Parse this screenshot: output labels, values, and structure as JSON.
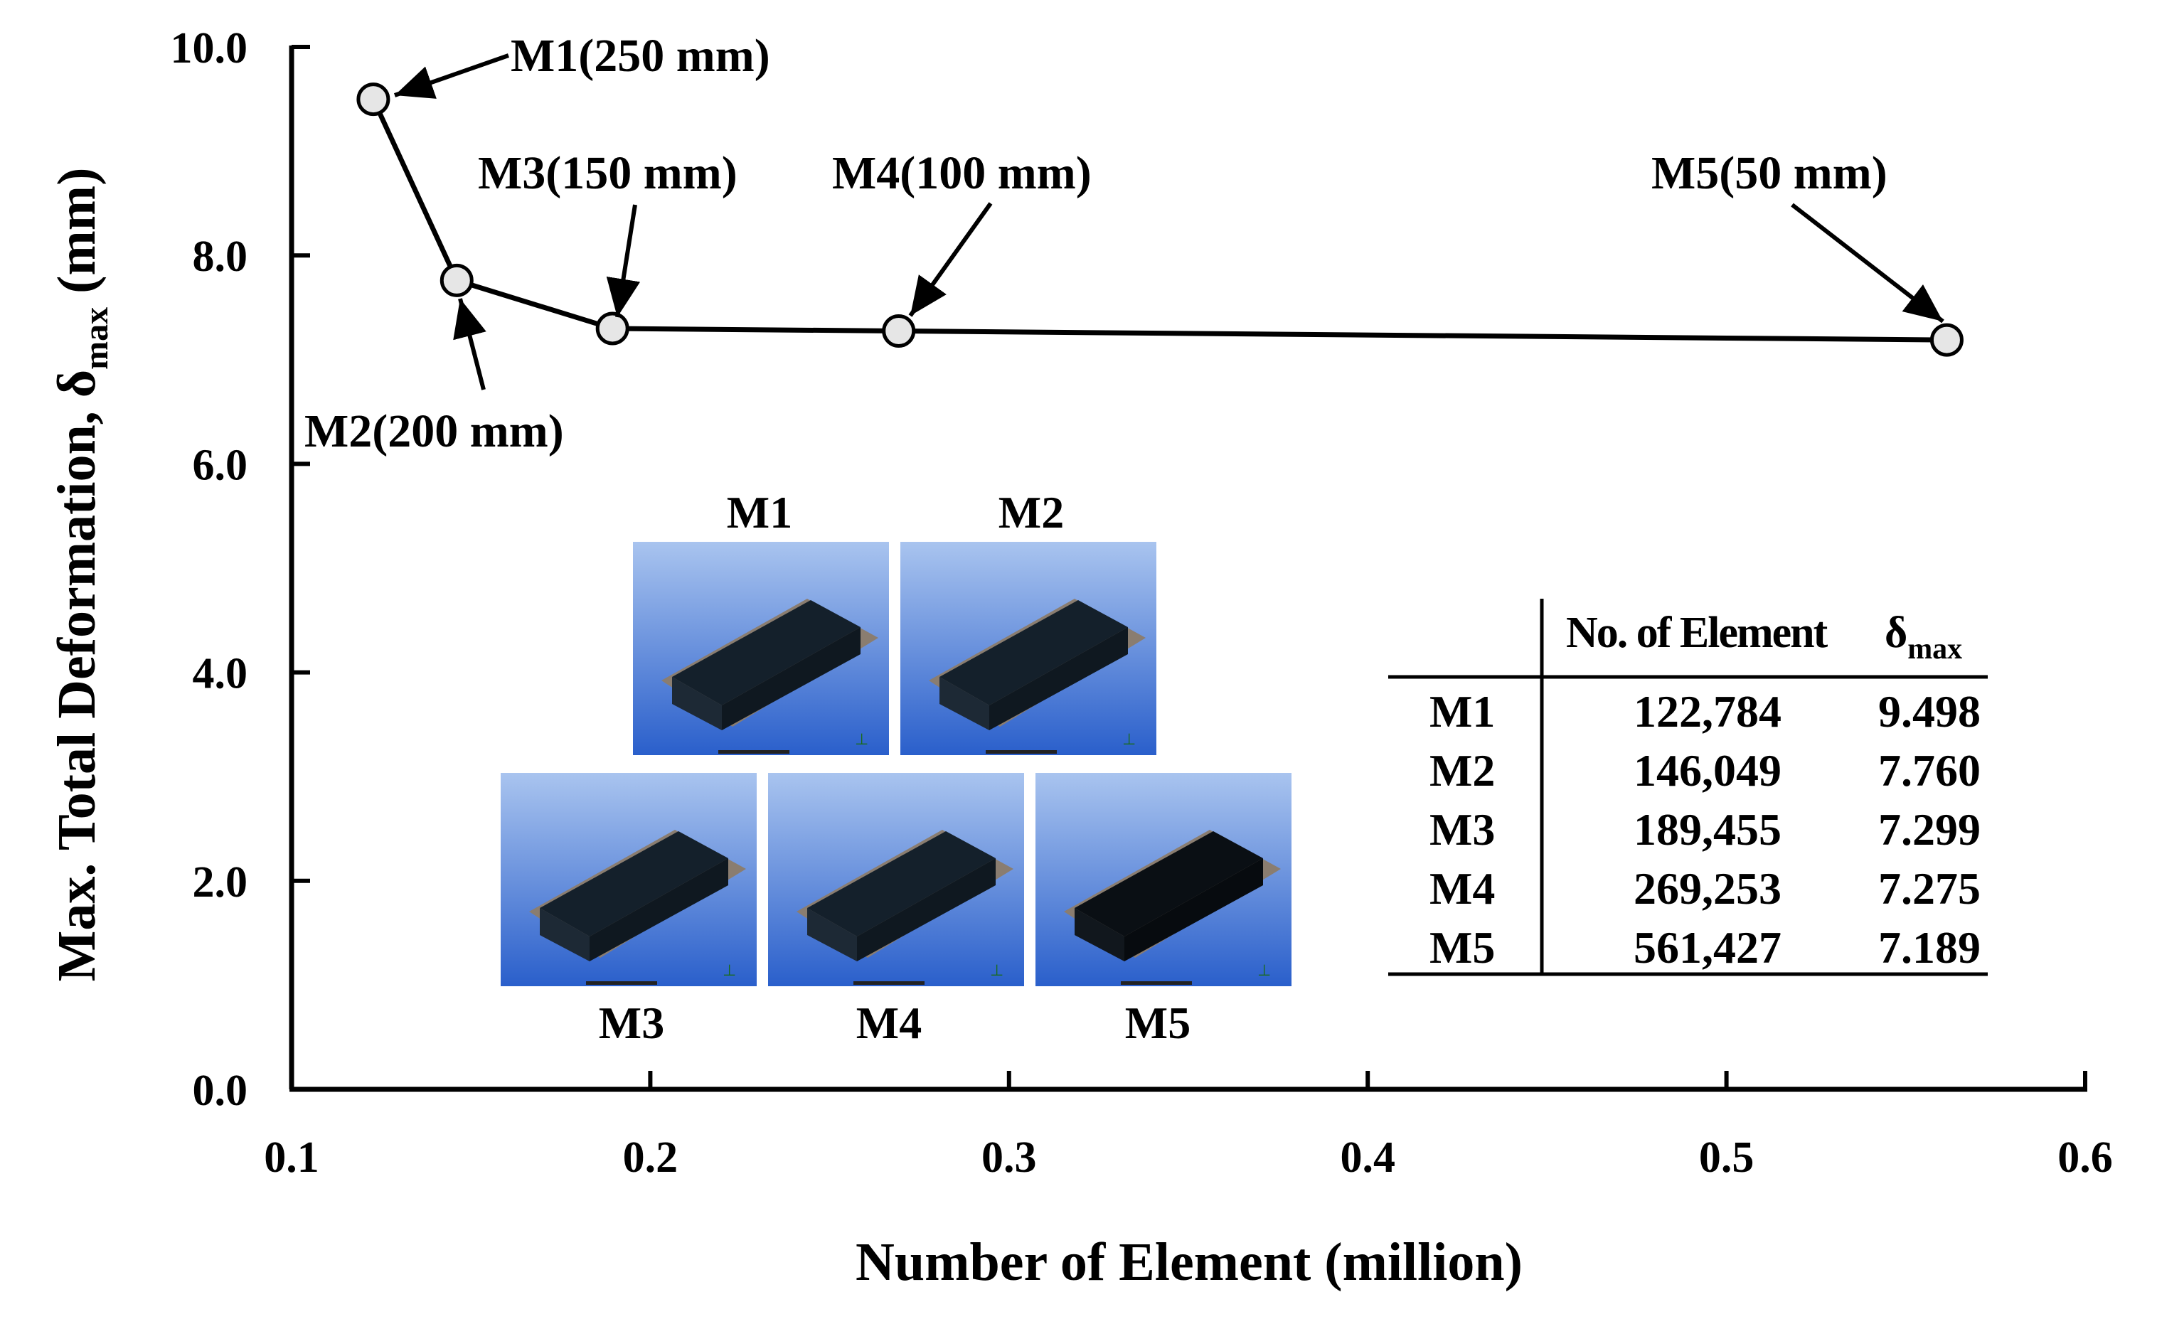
{
  "chart_data": {
    "type": "line",
    "xlabel": "Number of Element (million)",
    "ylabel": {
      "main": "Max. Total Deformation, δ",
      "sub": "max",
      "unit": " (mm)"
    },
    "xlim": [
      0.1,
      0.6
    ],
    "ylim": [
      0.0,
      10.0
    ],
    "x_ticks": [
      "0.1",
      "0.2",
      "0.3",
      "0.4",
      "0.5",
      "0.6"
    ],
    "y_ticks": [
      "0.0",
      "2.0",
      "4.0",
      "6.0",
      "8.0",
      "10.0"
    ],
    "grid": false,
    "series": [
      {
        "x": [
          0.122784,
          0.146049,
          0.189455,
          0.269253,
          0.561427
        ],
        "y": [
          9.498,
          7.76,
          7.299,
          7.275,
          7.189
        ]
      }
    ],
    "annotations": [
      "M1(250 mm)",
      "M2(200 mm)",
      "M3(150 mm)",
      "M4(100 mm)",
      "M5(50 mm)"
    ],
    "inset_labels": [
      "M1",
      "M2",
      "M3",
      "M4",
      "M5"
    ],
    "table": {
      "headers": [
        "No. of Element",
        "δ",
        "max"
      ],
      "rows": [
        [
          "M1",
          "122,784",
          "9.498"
        ],
        [
          "M2",
          "146,049",
          "7.760"
        ],
        [
          "M3",
          "189,455",
          "7.299"
        ],
        [
          "M4",
          "269,253",
          "7.275"
        ],
        [
          "M5",
          "561,427",
          "7.189"
        ]
      ]
    },
    "colors": {
      "line": "#000000",
      "marker_fill": "#e6e6e6",
      "panel_top": "#a9c4ef",
      "panel_bottom": "#2a5fcb",
      "building": "#14202b",
      "base": "#8a7d70"
    }
  }
}
